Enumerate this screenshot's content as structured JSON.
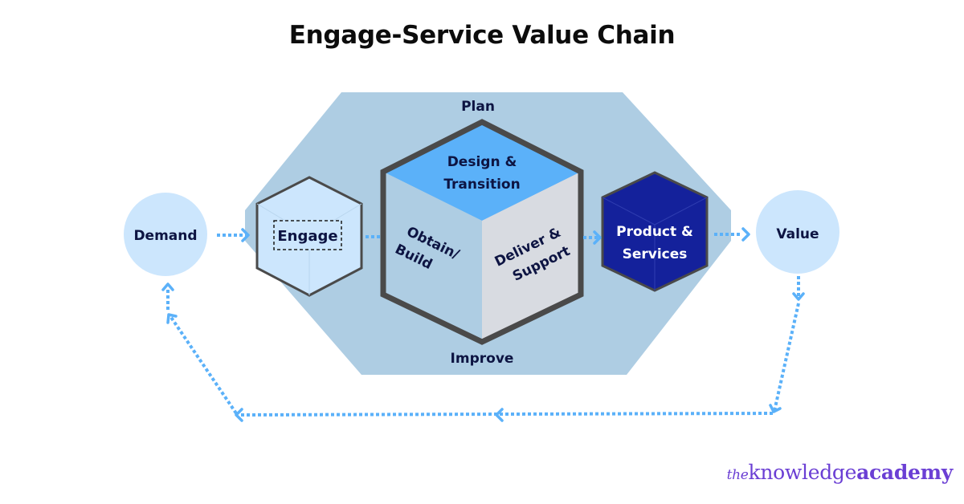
{
  "title": "Engage-Service Value Chain",
  "outer_region": {
    "top_label": "Plan",
    "bottom_label": "Improve"
  },
  "nodes": {
    "demand": "Demand",
    "engage": "Engage",
    "design_transition": [
      "Design &",
      "Transition"
    ],
    "obtain_build": [
      "Obtain/",
      "Build"
    ],
    "deliver_support": [
      "Deliver &",
      "Support"
    ],
    "product_services": [
      "Product &",
      "Services"
    ],
    "value": "Value"
  },
  "colors": {
    "outer_hexagon": "#aecde3",
    "circle_fill": "#cce6fd",
    "engage_fill": "#cce6fd",
    "cube_top": "#5bb1f9",
    "cube_left": "#aecde3",
    "cube_right": "#d8dbe1",
    "product_fill": "#14219b",
    "outline": "#4a4a4a",
    "arrow": "#5bb1f9",
    "label_text": "#0d1442"
  },
  "brand": {
    "the": "the",
    "knowledge": "knowledge",
    "academy": "academy"
  }
}
